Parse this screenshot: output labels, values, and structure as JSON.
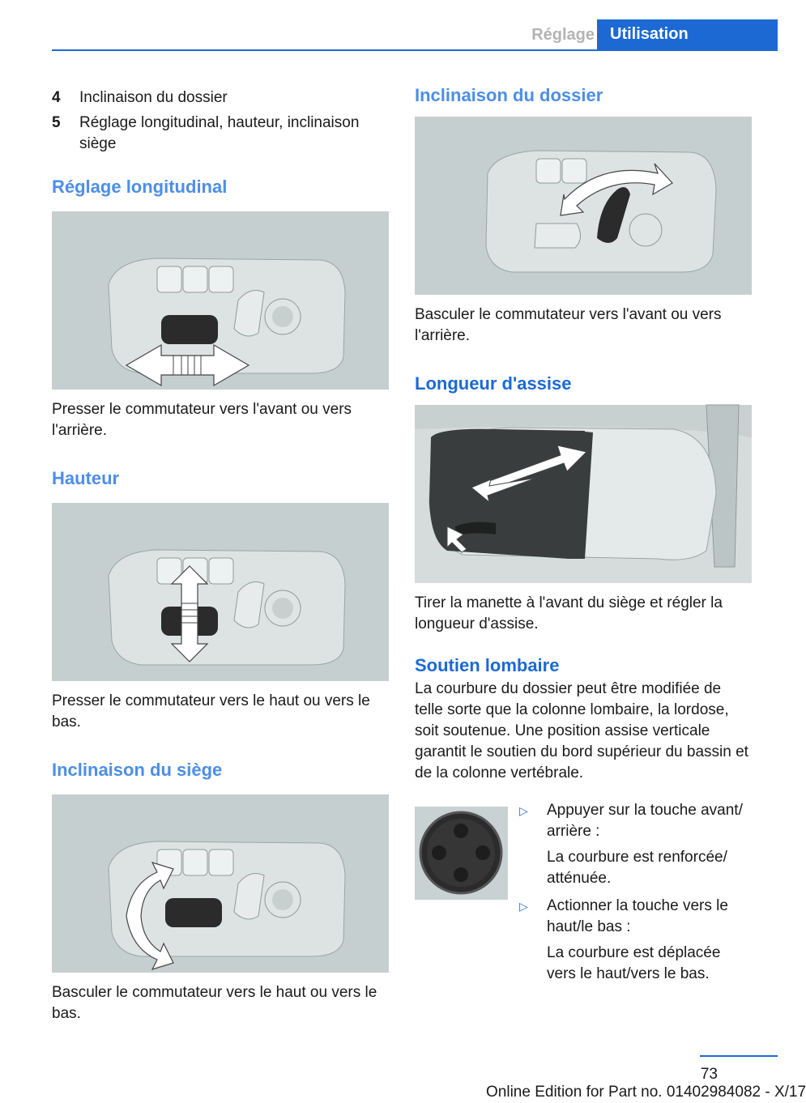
{
  "header": {
    "section": "Réglage",
    "tab": "Utilisation"
  },
  "left": {
    "list": [
      {
        "num": "4",
        "text": "Inclinaison du dossier"
      },
      {
        "num": "5",
        "text": "Réglage longitudinal, hauteur, inclinaison siège"
      }
    ],
    "s1": {
      "title": "Réglage longitudinal",
      "text": "Presser le commutateur vers l'avant ou vers l'arrière."
    },
    "s2": {
      "title": "Hauteur",
      "text": "Presser le commutateur vers le haut ou vers le bas."
    },
    "s3": {
      "title": "Inclinaison du siège",
      "text": "Basculer le commutateur vers le haut ou vers le bas."
    }
  },
  "right": {
    "s1": {
      "title": "Inclinaison du dossier",
      "text": "Basculer le commutateur vers l'avant ou vers l'arrière."
    },
    "s2": {
      "title": "Longueur d'assise",
      "text": "Tirer la manette à l'avant du siège et régler la longueur d'assise."
    },
    "s3": {
      "title": "Soutien lombaire",
      "text": "La courbure du dossier peut être modifiée de telle sorte que la colonne lombaire, la lordose, soit soutenue. Une position assise verticale garantit le soutien du bord supérieur du bassin et de la colonne vertébrale.",
      "bullets": [
        {
          "marker": "▷",
          "text": "Appuyer sur la touche avant/ arrière :",
          "sub": "La courbure est renforcée/ atténuée."
        },
        {
          "marker": "▷",
          "text": "Actionner la touche vers le haut/le bas :",
          "sub": "La courbure est déplacée vers le haut/vers le bas."
        }
      ]
    }
  },
  "footer": {
    "page": "73",
    "edition": "Online Edition for Part no. 01402984082 - X/17"
  },
  "colors": {
    "accent": "#1c69d4",
    "heading": "#4d8ee6",
    "figure_bg": "#c9d2d2"
  }
}
